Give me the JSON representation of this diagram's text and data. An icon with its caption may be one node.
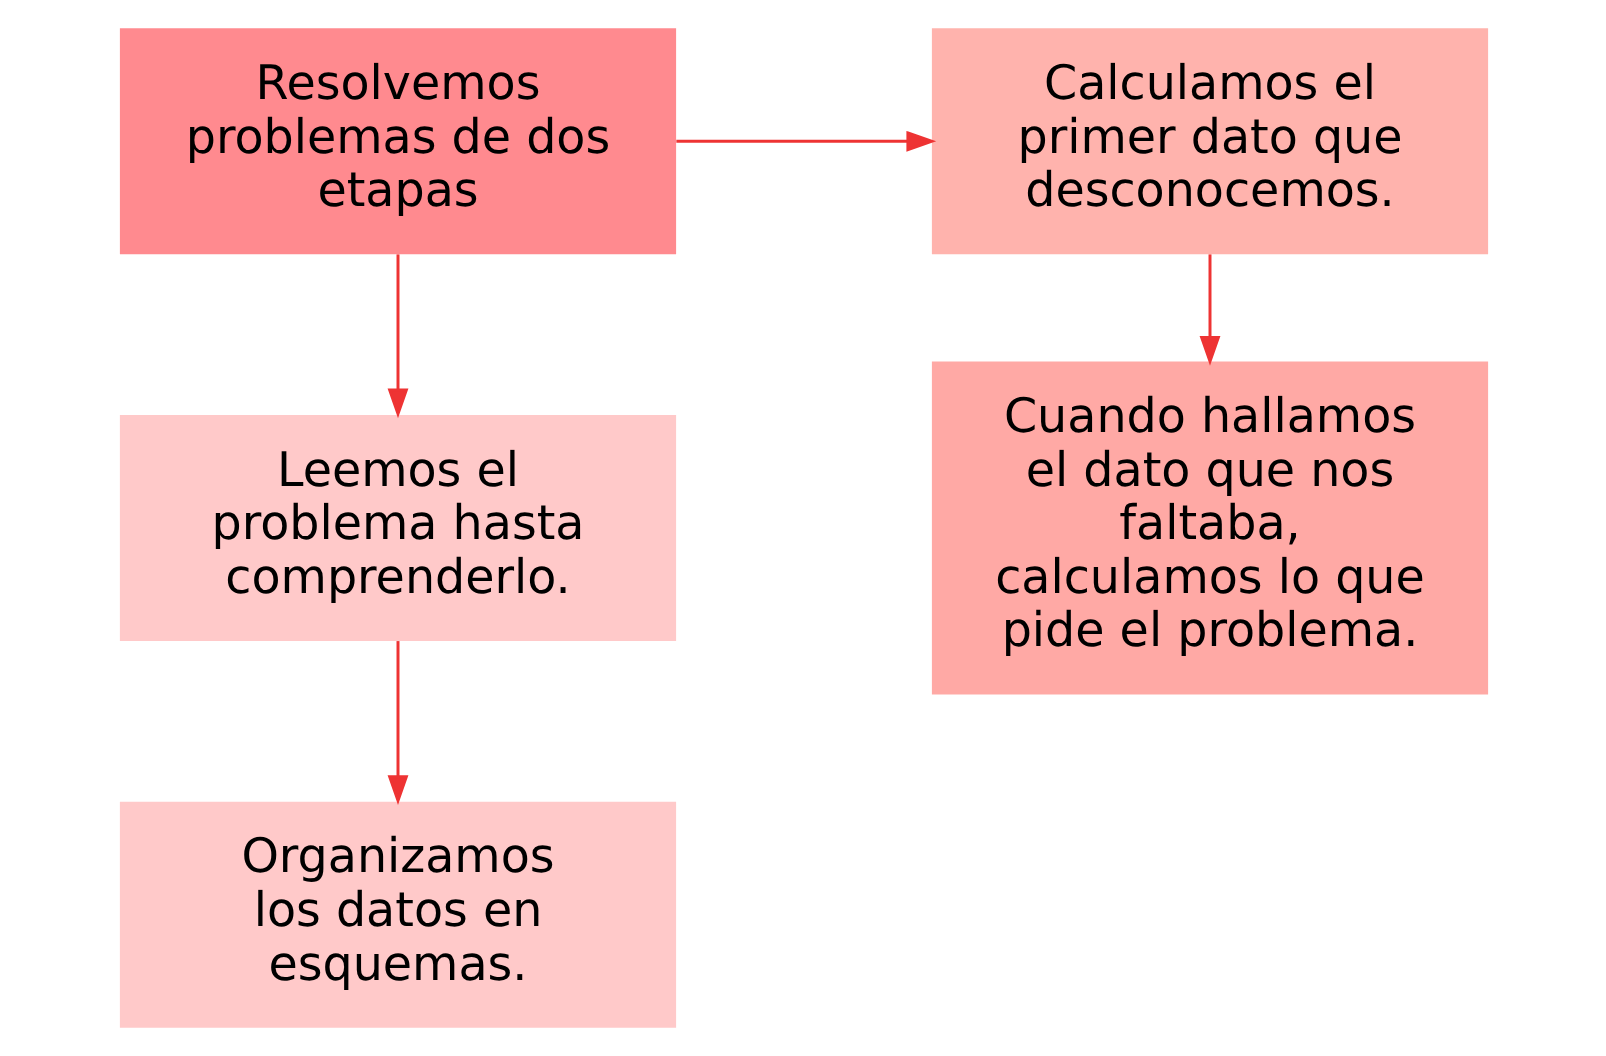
{
  "diagram": {
    "nodes": [
      {
        "text": [
          "Resolvemos problemas de dos etapas"
        ]
      },
      {
        "text": [
          "Leemos el problema hasta comprenderlo."
        ]
      },
      {
        "text": [
          "Organizamos los datos en esquemas."
        ]
      },
      {
        "text": [
          "Calculamos el primer dato que desconocemos."
        ]
      },
      {
        "text": [
          "Cuando hallamos el dato que nos faltaba, calculamos lo que pide el problema."
        ]
      }
    ],
    "edges": [
      {
        "from": 0,
        "to": 3,
        "arrow": "to"
      },
      {
        "from": 0,
        "to": 1,
        "arrow": "to"
      },
      {
        "from": 1,
        "to": 2,
        "arrow": "to"
      },
      {
        "from": 3,
        "to": 4,
        "arrow": "to"
      }
    ]
  }
}
